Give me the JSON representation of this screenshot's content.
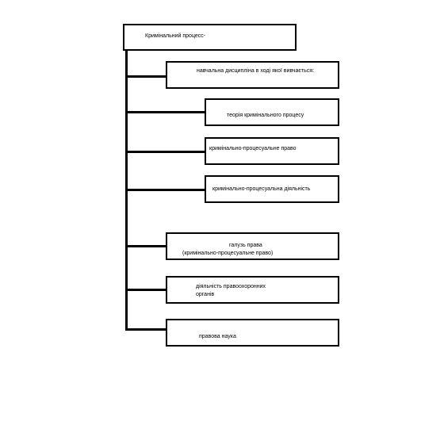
{
  "diagram": {
    "root": {
      "label": "Кримінальний процесс-"
    },
    "children": [
      {
        "label": "навчальна дисципліна в ході якої вивчається:"
      },
      {
        "label": "теорія кримінального процесу"
      },
      {
        "label": "кримінально-процесуальне право"
      },
      {
        "label": "кримінально-процесуальна діяльність"
      },
      {
        "label_line1": "галузь права",
        "label_line2": "(кримінально-процесуальне право)"
      },
      {
        "label_line1": "діяльність правоохоронних",
        "label_line2": "органів"
      },
      {
        "label": "правова наука"
      }
    ]
  }
}
